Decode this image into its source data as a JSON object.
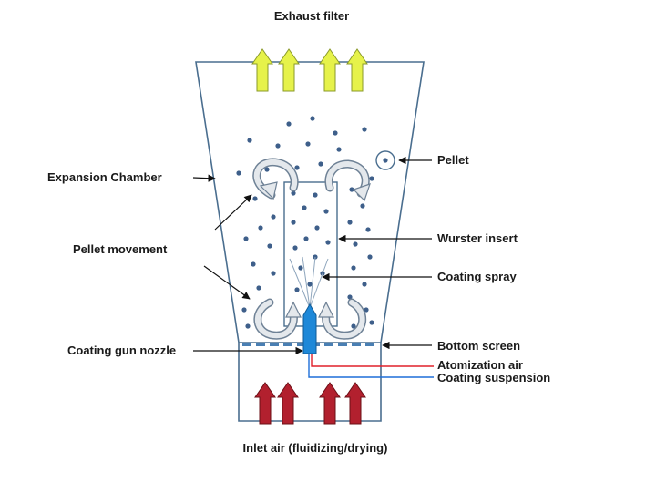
{
  "labels": {
    "exhaust_filter": "Exhaust filter",
    "pellet": "Pellet",
    "expansion_chamber": "Expansion Chamber",
    "wurster_insert": "Wurster insert",
    "pellet_movement": "Pellet movement",
    "coating_spray": "Coating spray",
    "coating_gun_nozzle": "Coating gun nozzle",
    "bottom_screen": "Bottom screen",
    "atomization_air": "Atomization air",
    "coating_suspension": "Coating suspension",
    "inlet_air": "Inlet air (fluidizing/drying)"
  },
  "colors": {
    "outline": "#4a6e8f",
    "exhaust_arrow": "#e6f24a",
    "inlet_arrow": "#b2202e",
    "pellet_dot": "#3e5f8a",
    "nozzle": "#1e88d8",
    "atomization_line": "#e0202a",
    "suspension_line": "#1e6fd8",
    "flow_arrow": "#d8dde3"
  },
  "icons": {
    "up_arrow": "up-arrow-icon",
    "circular_flow": "circular-flow-arrow-icon",
    "pellet": "pellet-icon"
  }
}
